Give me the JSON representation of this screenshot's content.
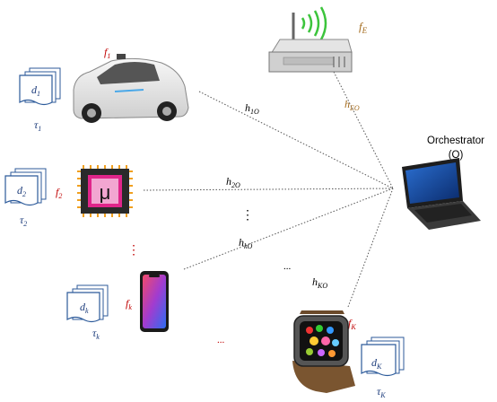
{
  "orchestrator": {
    "title": "Orchestrator",
    "symbol": "(O)"
  },
  "edge_server": {
    "label_main": "f",
    "label_sub": "E",
    "link": {
      "main": "h",
      "sub": "EO"
    }
  },
  "devices": [
    {
      "id": "car",
      "icon": "autonomous-car-icon",
      "f_main": "f",
      "f_sub": "1",
      "doc_main": "d",
      "doc_sub": "1",
      "tau_main": "τ",
      "tau_sub": "1",
      "link": {
        "main": "h",
        "sub": "1O"
      }
    },
    {
      "id": "chip",
      "icon": "microcontroller-chip-icon",
      "chip_glyph": "μ",
      "f_main": "f",
      "f_sub": "2",
      "doc_main": "d",
      "doc_sub": "2",
      "tau_main": "τ",
      "tau_sub": "2",
      "link": {
        "main": "h",
        "sub": "2O"
      }
    },
    {
      "id": "phone",
      "icon": "smartphone-icon",
      "f_main": "f",
      "f_sub": "k",
      "doc_main": "d",
      "doc_sub": "k",
      "tau_main": "τ",
      "tau_sub": "k",
      "link": {
        "main": "h",
        "sub": "kO"
      }
    },
    {
      "id": "watch",
      "icon": "smartwatch-icon",
      "f_main": "f",
      "f_sub": "K",
      "doc_main": "d",
      "doc_sub": "K",
      "tau_main": "τ",
      "tau_sub": "K",
      "link": {
        "main": "h",
        "sub": "KO"
      }
    }
  ],
  "ellipses": {
    "vertical": "⋮",
    "horizontal": "..."
  },
  "colors": {
    "f_label": "#c00000",
    "edge_label": "#a36a1c",
    "chip_pink": "#e0258a",
    "phone_gradient_a": "#e8306a",
    "phone_gradient_b": "#3a6cf0",
    "line": "#555555"
  }
}
